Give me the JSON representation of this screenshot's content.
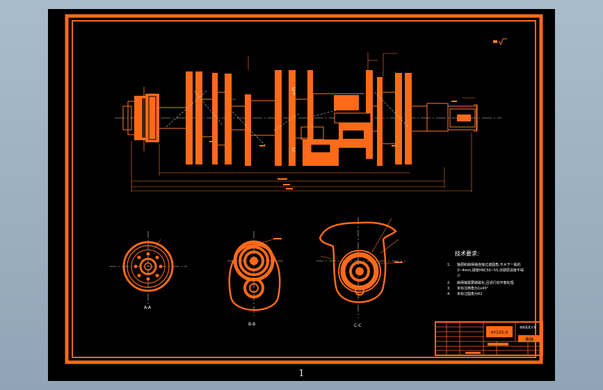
{
  "sheet": {
    "page_number": "1",
    "colors": {
      "background": "#000000",
      "frame": "#ff6a1a",
      "fill": "#ff6a1a",
      "line": "#ff7a2a",
      "centerline": "#dddddd",
      "text": "#ffffff",
      "outer": "#9fb3c3"
    }
  },
  "views": {
    "section_a_label": "A-A",
    "section_b_label": "B-B",
    "section_c_label": "C-C",
    "cut_mark": "C"
  },
  "notes": {
    "title": "技术要求:",
    "items": [
      {
        "num": "1.",
        "text": "轴颈和曲柄销连接过渡圆角,不大于一般的"
      },
      {
        "num": "",
        "text": "3~4mm,硬度HRC50~55,淬硬层深度不得"
      },
      {
        "num": "",
        "text": "少"
      },
      {
        "num": "2.",
        "text": "曲柄销需要做磁化,且进行动平衡处理"
      },
      {
        "num": "3.",
        "text": "未标注倒角为1x45°"
      },
      {
        "num": "4.",
        "text": "未标注圆角为R2"
      }
    ]
  },
  "title_block": {
    "drawing_no": "4Y105-0",
    "part_name": "曲轴",
    "school": "湖南某某大学"
  }
}
